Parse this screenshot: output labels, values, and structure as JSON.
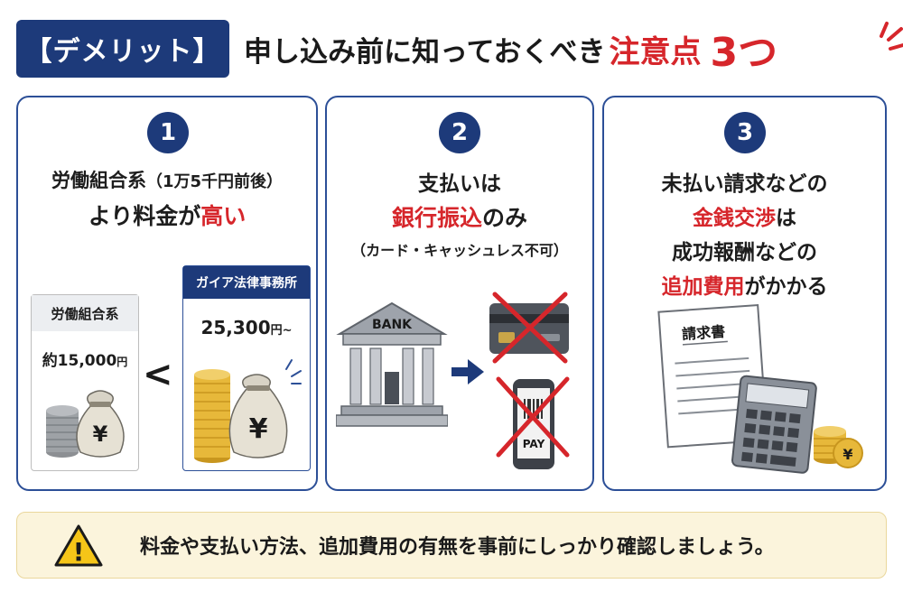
{
  "header": {
    "tag": "【デメリット】",
    "title_prefix": "申し込み前に知っておくべき",
    "title_accent": "注意点",
    "title_count": "3つ"
  },
  "cards": [
    {
      "number": "1",
      "line1_main": "労働組合系",
      "line1_paren": "（1万5千円前後）",
      "line2_prefix": "より料金が",
      "line2_accent": "高い",
      "compare_left": {
        "label": "労働組合系",
        "price_prefix": "約15,000",
        "price_unit": "円"
      },
      "compare_symbol": "<",
      "compare_right": {
        "label": "ガイア法律事務所",
        "price": "25,300",
        "price_unit": "円~"
      },
      "yen_symbol": "¥"
    },
    {
      "number": "2",
      "line1": "支払いは",
      "line2_accent": "銀行振込",
      "line2_suffix": "のみ",
      "line3": "（カード・キャッシュレス不可）",
      "bank_label": "BANK",
      "pay_label": "PAY"
    },
    {
      "number": "3",
      "line1": "未払い請求などの",
      "line2_accent": "金銭交渉",
      "line2_suffix": "は",
      "line3": "成功報酬などの",
      "line4_accent": "追加費用",
      "line4_suffix": "がかかる",
      "invoice_title": "請求書",
      "yen_symbol": "¥"
    }
  ],
  "footer": {
    "text": "料金や支払い方法、追加費用の有無を事前にしっかり確認しましょう。",
    "warning_mark": "!"
  },
  "colors": {
    "navy": "#1d3a7a",
    "red": "#d6262b",
    "footer_bg": "#fbf4dc",
    "coin_gold": "#e7b83a"
  },
  "icons": [
    "sparkle-icon",
    "money-bag-icon",
    "coin-stack-icon",
    "bank-icon",
    "arrow-right-icon",
    "credit-card-icon",
    "smartphone-pay-icon",
    "cross-icon",
    "invoice-icon",
    "calculator-icon",
    "warning-icon"
  ]
}
